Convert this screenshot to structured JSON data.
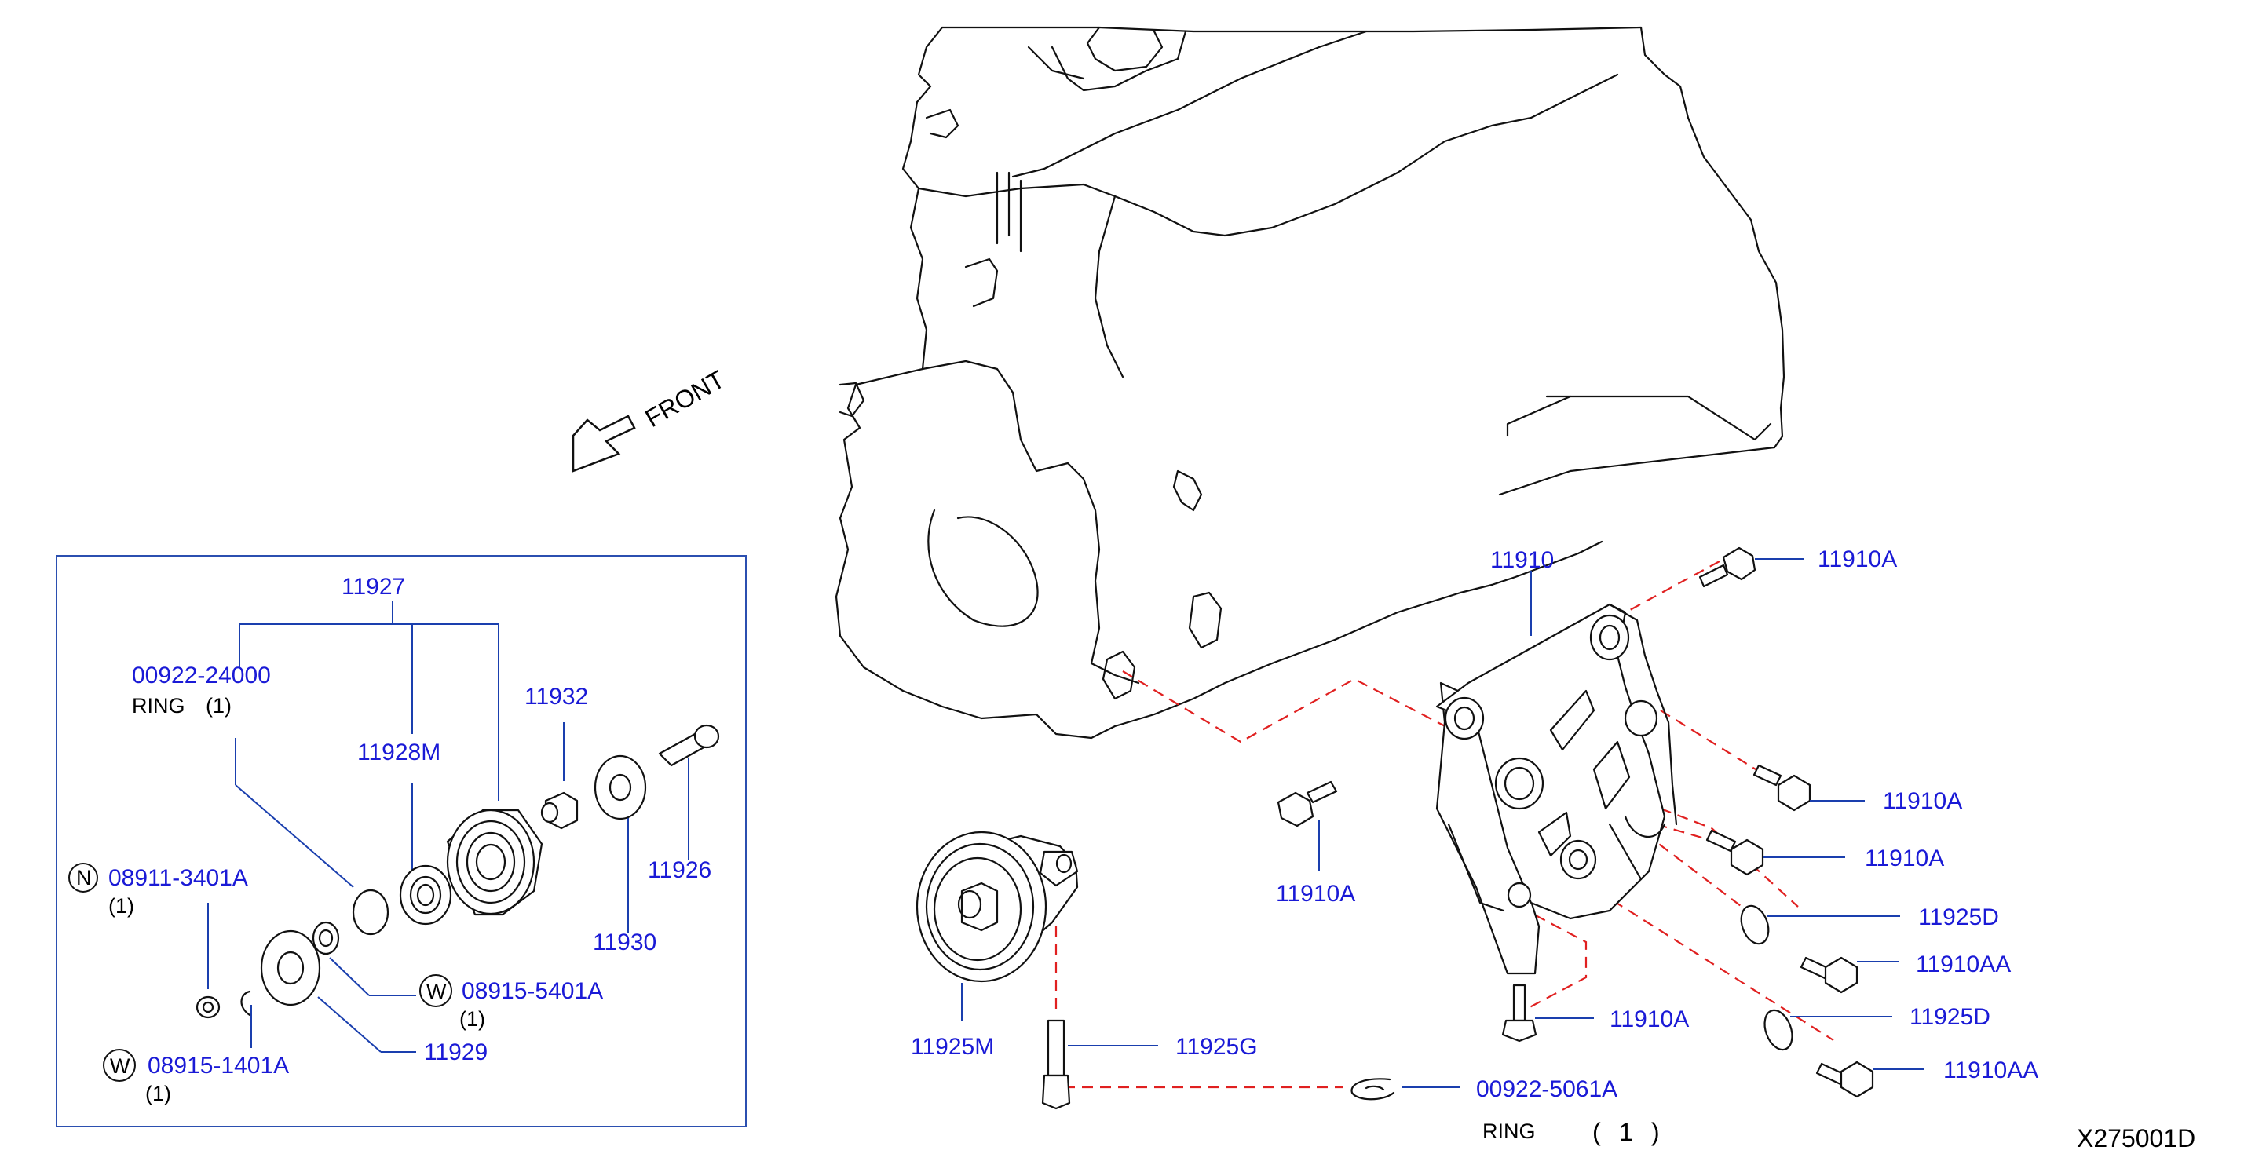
{
  "front_label": "FRONT",
  "diagram_code": "X275001D",
  "inset_labels": {
    "assembly": "11927",
    "ring_part": "00922-24000",
    "ring_text": "RING",
    "ring_qty": "(1)",
    "pulley_inner": "11928M",
    "spacer": "11932",
    "bolt": "11926",
    "washer": "11930",
    "nut_badge": "N",
    "nut_part": "08911-3401A",
    "nut_qty": "(1)",
    "washer_w_badge": "W",
    "washer_w_part": "08915-5401A",
    "washer_w_qty": "(1)",
    "plate": "11929",
    "washer_w2_badge": "W",
    "washer_w2_part": "08915-1401A",
    "washer_w2_qty": "(1)"
  },
  "main_labels": {
    "bracket": "11910",
    "bolt_top": "11910A",
    "bolt_left": "11910A",
    "bolt_right1": "11910A",
    "bolt_right2": "11910A",
    "washer_d1": "11925D",
    "bolt_aa1": "11910AA",
    "bolt_bottom": "11910A",
    "washer_d2": "11925D",
    "bolt_aa2": "11910AA",
    "idler_pulley": "11925M",
    "stud": "11925G",
    "ring_part": "00922-5061A",
    "ring_text": "RING",
    "ring_qty_open": "(",
    "ring_qty": "1",
    "ring_qty_close": ")"
  }
}
